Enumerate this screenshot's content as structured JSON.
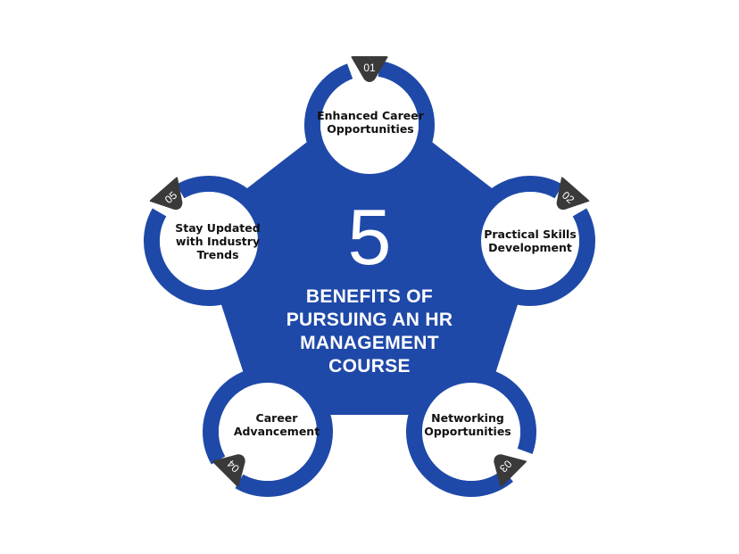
{
  "center": {
    "number": "5",
    "title": "BENEFITS OF PURSUING AN HR MANAGEMENT COURSE"
  },
  "benefits": [
    {
      "number": "01",
      "label": "Enhanced Career Opportunities"
    },
    {
      "number": "02",
      "label": "Practical Skills Development"
    },
    {
      "number": "03",
      "label": "Networking Opportunities"
    },
    {
      "number": "04",
      "label": "Career Advancement"
    },
    {
      "number": "05",
      "label": "Stay Updated with Industry Trends"
    }
  ],
  "colors": {
    "primary_blue": "#1f49a8",
    "badge_dark": "#3a3a3a",
    "circle_fill": "#ffffff",
    "text_dark": "#111111"
  }
}
